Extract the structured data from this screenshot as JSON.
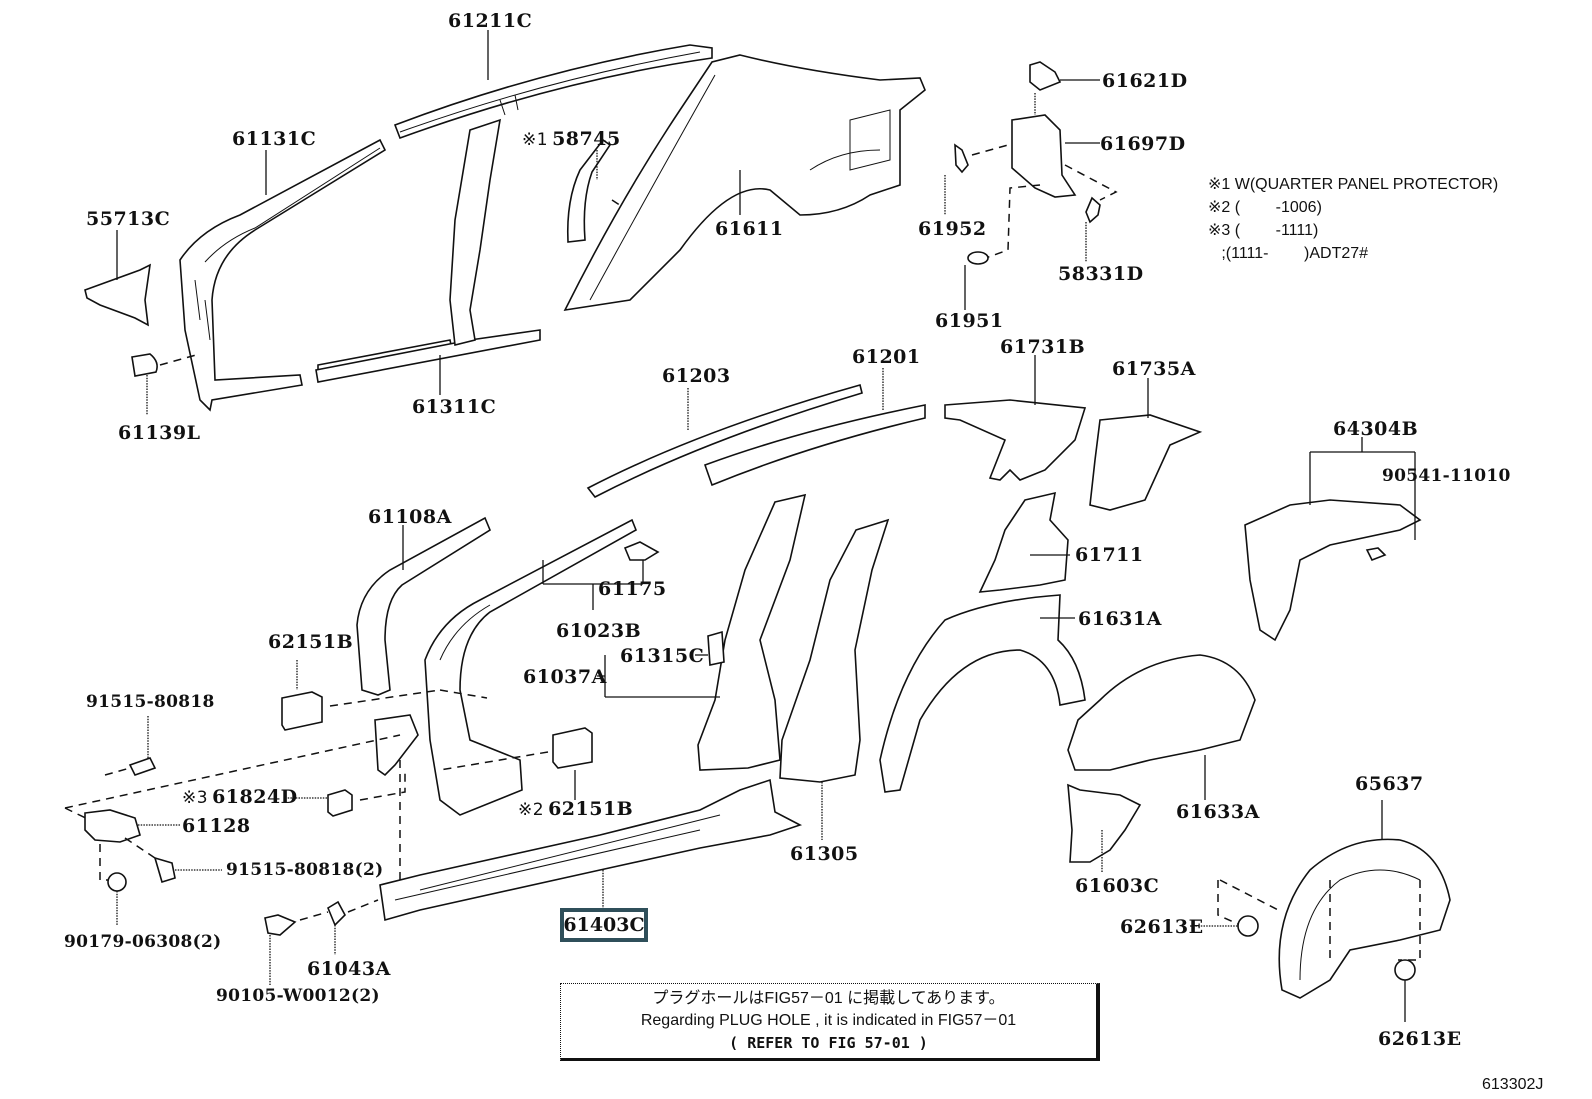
{
  "diagram": {
    "title": "Side member / quarter panel parts diagram",
    "figure_code": "613302J",
    "highlighted_part": "61403C",
    "highlight_color": "#2f4f5a",
    "labels": {
      "p61211C": "61211C",
      "p61131C": "61131C",
      "p55713C": "55713C",
      "p61139L": "61139L",
      "p61311C": "61311C",
      "p58745": "58745",
      "p58745_mark": "※1",
      "p61611": "61611",
      "p61621D": "61621D",
      "p61697D": "61697D",
      "p61952": "61952",
      "p58331D": "58331D",
      "p61951": "61951",
      "p61203": "61203",
      "p61201": "61201",
      "p61731B": "61731B",
      "p61735A": "61735A",
      "p64304B": "64304B",
      "p90541": "90541-11010",
      "p61108A": "61108A",
      "p61175": "61175",
      "p61023B": "61023B",
      "p62151B_a": "62151B",
      "p61315C": "61315C",
      "p61037A": "61037A",
      "p61711": "61711",
      "p61631A": "61631A",
      "p91515_a": "91515-80818",
      "p61824D": "61824D",
      "p61824D_mark": "※3",
      "p62151B_b": "62151B",
      "p62151B_b_mark": "※2",
      "p61128": "61128",
      "p91515_b": "91515-80818(2)",
      "p90179": "90179-06308(2)",
      "p61043A": "61043A",
      "p90105": "90105-W0012(2)",
      "p61403C": "61403C",
      "p61305": "61305",
      "p61633A": "61633A",
      "p65637": "65637",
      "p61603C": "61603C",
      "p62613E_a": "62613E",
      "p62613E_b": "62613E"
    },
    "notes": [
      "※1 W(QUARTER PANEL PROTECTOR)",
      "※2 (        -1006)",
      "※3 (        -1111)",
      "   ;(1111-        )ADT27#"
    ],
    "reference_box": {
      "line1": "プラグホールはFIG57－01 に掲載してあります。",
      "line2": "Regarding  PLUG  HOLE  , it  is  indicated  in  FIG57－01",
      "line3": "(  REFER TO FIG 57-01 )"
    }
  }
}
